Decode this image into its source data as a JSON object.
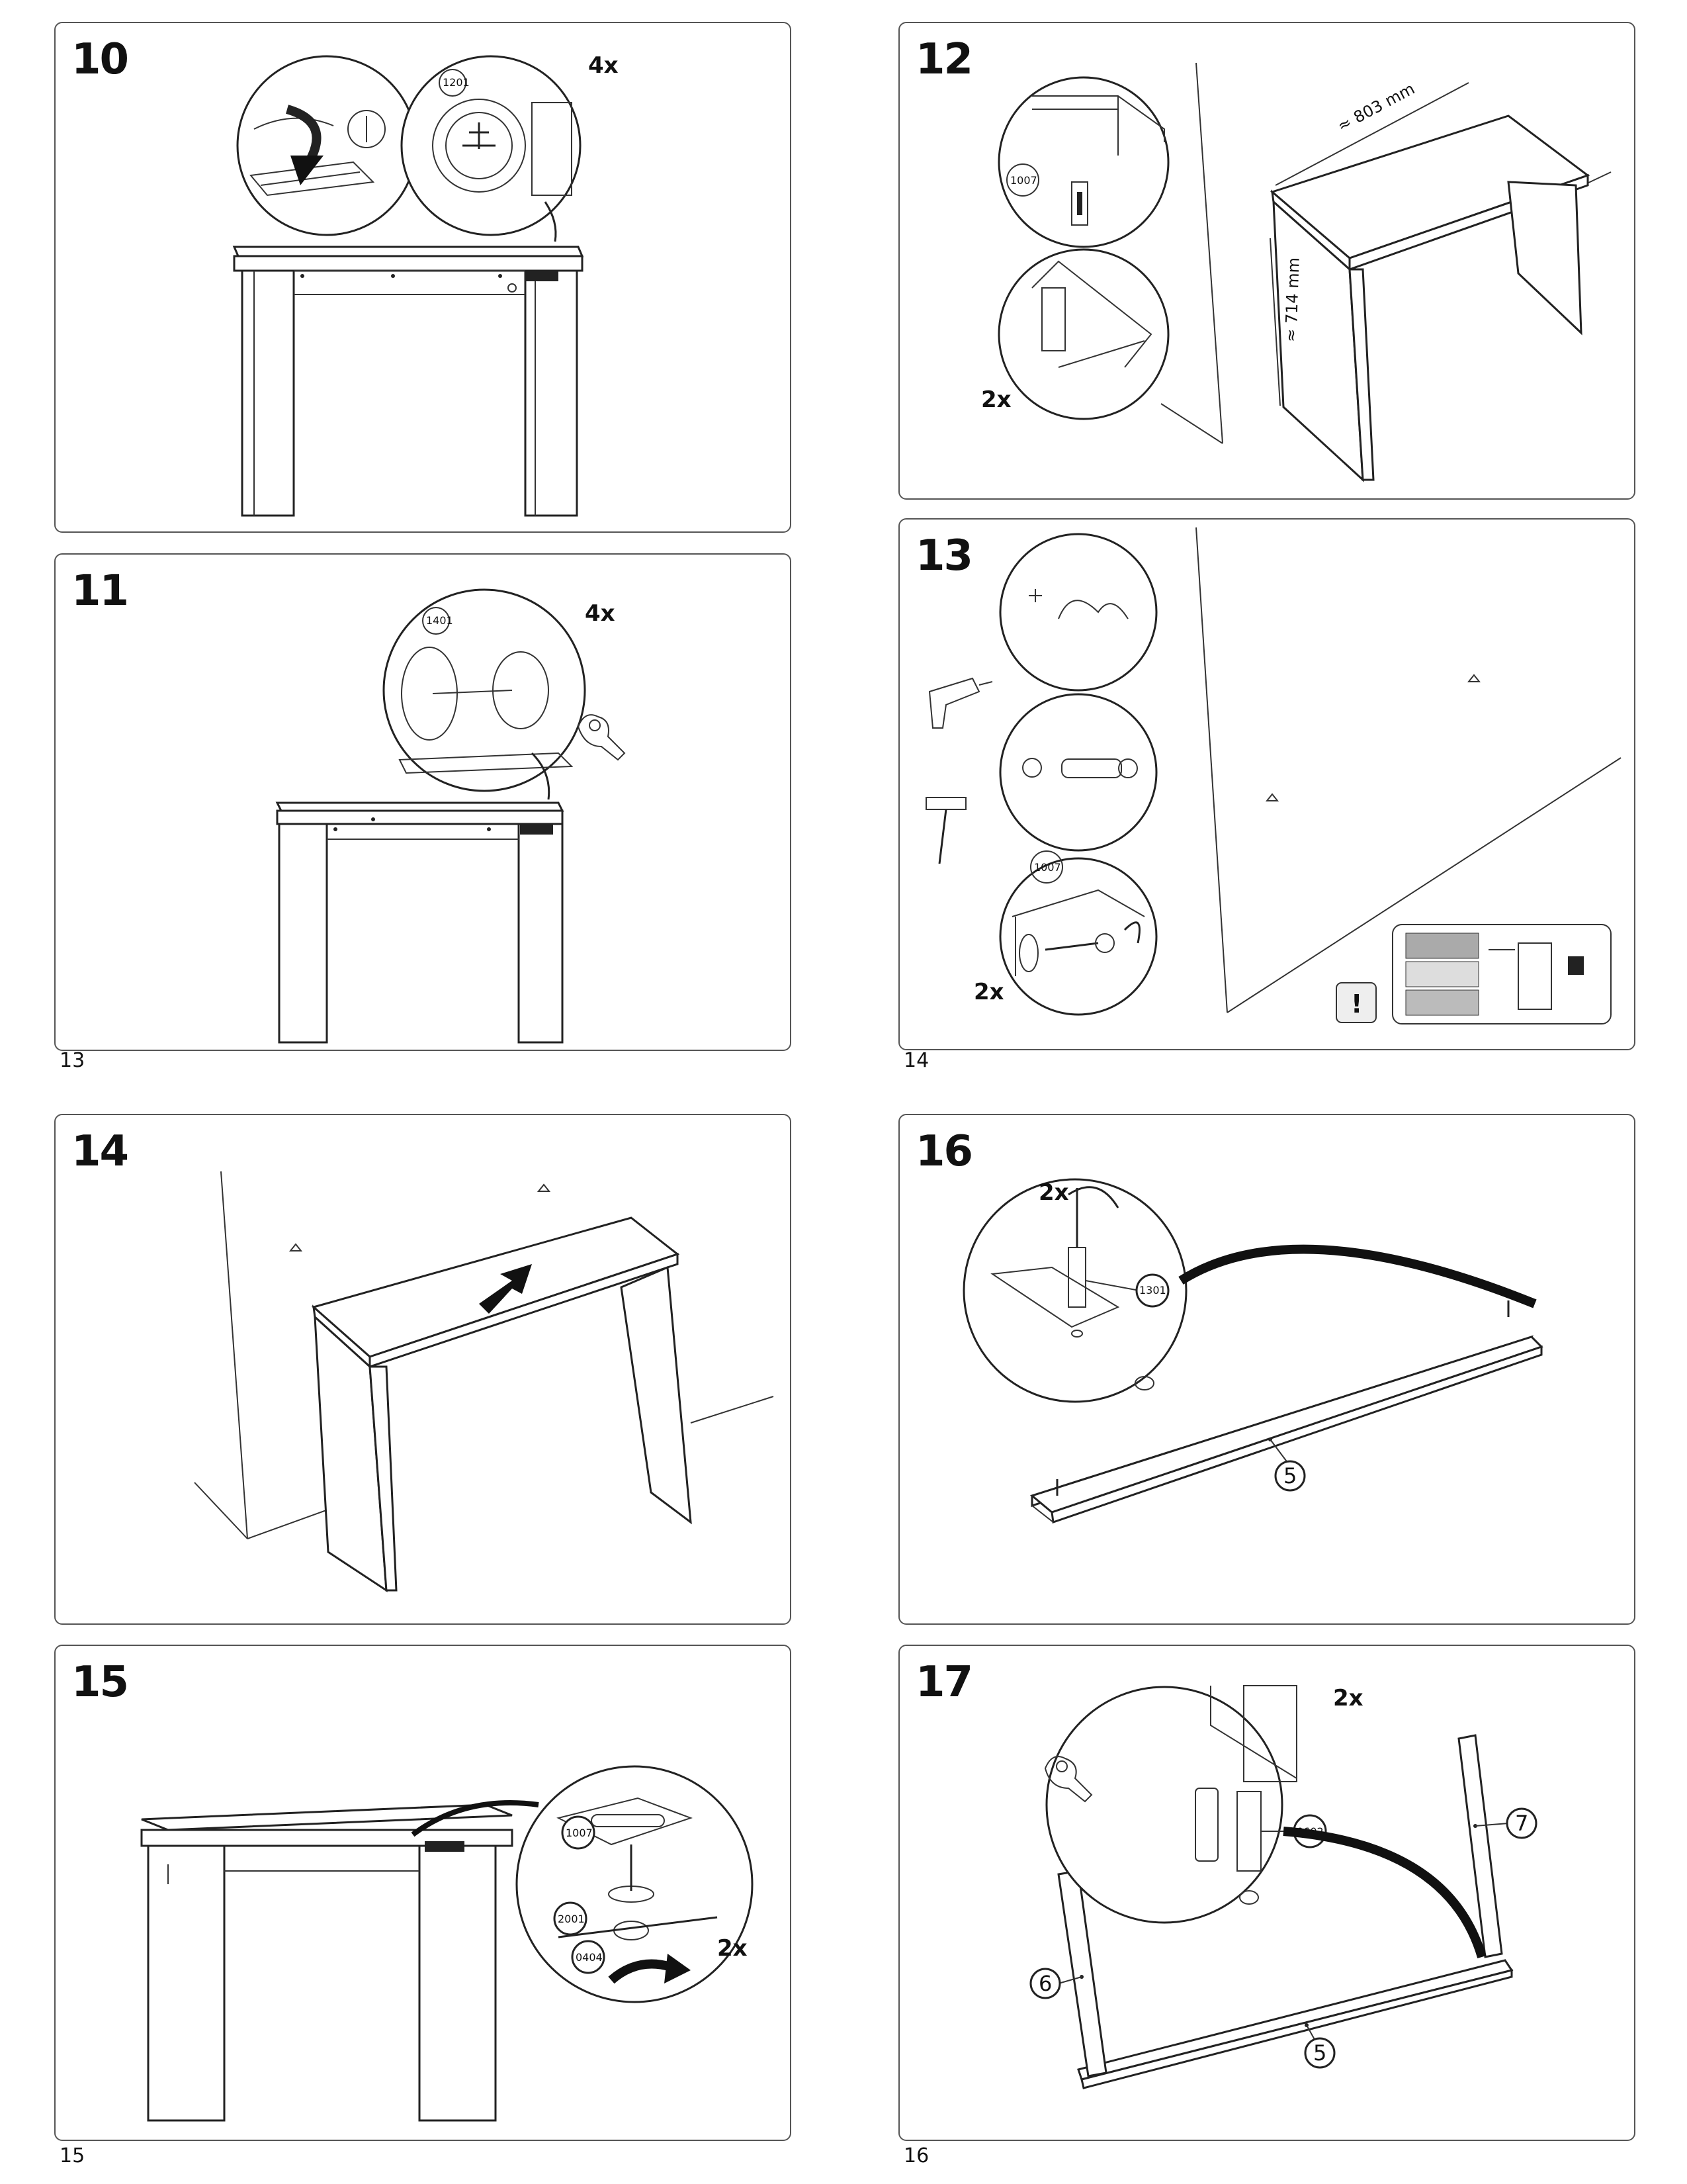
{
  "steps": [
    {
      "number": "10",
      "quantity": "4x",
      "part_codes": [
        "1201"
      ]
    },
    {
      "number": "11",
      "quantity": "4x",
      "part_codes": [
        "1401"
      ]
    },
    {
      "number": "12",
      "quantity": "2x",
      "part_codes": [
        "1007"
      ],
      "dimensions": {
        "width": "≈ 803 mm",
        "height": "≈ 714 mm"
      }
    },
    {
      "number": "13",
      "quantity": "2x",
      "part_codes": [
        "1007"
      ],
      "warning_symbol": "!"
    },
    {
      "number": "14"
    },
    {
      "number": "15",
      "quantity": "2x",
      "part_codes": [
        "1007",
        "2001",
        "0404"
      ]
    },
    {
      "number": "16",
      "quantity": "2x",
      "part_codes": [
        "1301"
      ],
      "part_labels": [
        "5"
      ]
    },
    {
      "number": "17",
      "quantity": "2x",
      "part_codes": [
        "0602"
      ],
      "part_labels": [
        "6",
        "7",
        "5"
      ]
    }
  ],
  "page_numbers": {
    "left_top": "13",
    "right_top": "14",
    "left_bottom": "15",
    "right_bottom": "16"
  },
  "icons": [
    "screwdriver-icon",
    "drill-icon",
    "hammer-icon",
    "hand-icon",
    "arrow-icon",
    "warning-icon"
  ]
}
